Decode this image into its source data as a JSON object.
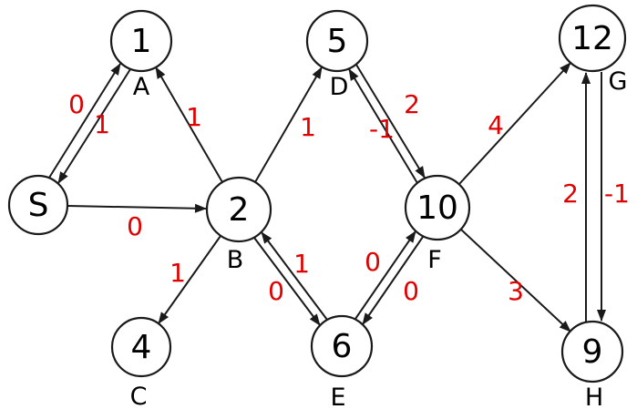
{
  "graph": {
    "type": "directed-weighted-graph",
    "colors": {
      "stroke": "#1a1a1a",
      "weight": "#e00000",
      "node_fill": "#ffffff",
      "text": "#000000"
    },
    "nodes": [
      {
        "id": "1",
        "label": "1",
        "sublabel": "A"
      },
      {
        "id": "5",
        "label": "5",
        "sublabel": "D"
      },
      {
        "id": "12",
        "label": "12",
        "sublabel": "G"
      },
      {
        "id": "S",
        "label": "S",
        "sublabel": ""
      },
      {
        "id": "2",
        "label": "2",
        "sublabel": "B"
      },
      {
        "id": "10",
        "label": "10",
        "sublabel": "F"
      },
      {
        "id": "4",
        "label": "4",
        "sublabel": "C"
      },
      {
        "id": "6",
        "label": "6",
        "sublabel": "E"
      },
      {
        "id": "9",
        "label": "9",
        "sublabel": "H"
      }
    ],
    "edges": [
      {
        "from": "S",
        "to": "1",
        "weight": "0"
      },
      {
        "from": "1",
        "to": "S",
        "weight": "1"
      },
      {
        "from": "2",
        "to": "1",
        "weight": "1"
      },
      {
        "from": "S",
        "to": "2",
        "weight": "0"
      },
      {
        "from": "2",
        "to": "5",
        "weight": "1"
      },
      {
        "from": "2",
        "to": "4",
        "weight": "1"
      },
      {
        "from": "6",
        "to": "2",
        "weight": "1"
      },
      {
        "from": "2",
        "to": "6",
        "weight": "0"
      },
      {
        "from": "5",
        "to": "10",
        "weight": "2"
      },
      {
        "from": "10",
        "to": "5",
        "weight": "-1"
      },
      {
        "from": "6",
        "to": "10",
        "weight": "0"
      },
      {
        "from": "10",
        "to": "6",
        "weight": "0"
      },
      {
        "from": "10",
        "to": "12",
        "weight": "4"
      },
      {
        "from": "10",
        "to": "9",
        "weight": "3"
      },
      {
        "from": "9",
        "to": "12",
        "weight": "2"
      },
      {
        "from": "12",
        "to": "9",
        "weight": "-1"
      }
    ]
  }
}
